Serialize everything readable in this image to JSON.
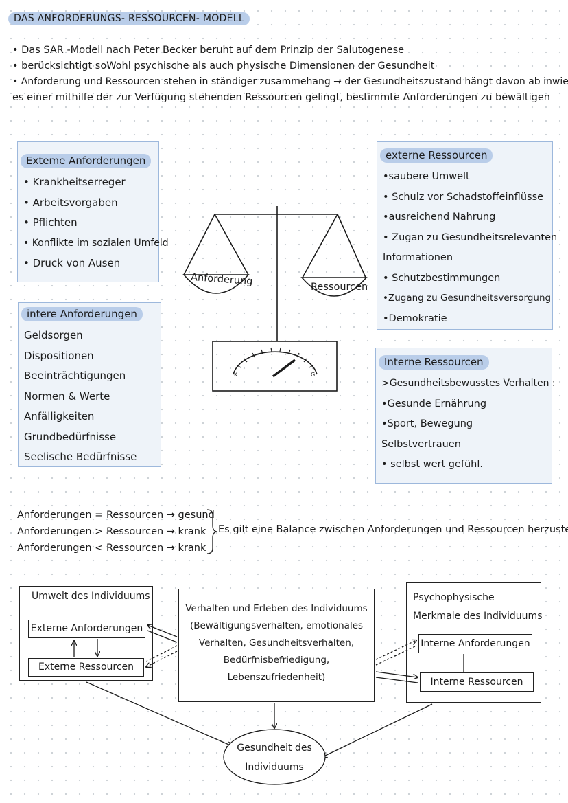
{
  "title": "DAS ANFORDERUNGS- RESSOURCEN- MODELL",
  "intro": [
    "• Das SAR -Modell nach Peter Becker beruht auf dem Prinzip der Salutogenese",
    "• berücksichtigt soWohl psychische als auch physische Dimensionen der Gesundheit",
    "• Anforderung und Ressourcen stehen in ständiger zusammehang → der Gesundheitszustand hängt davon ab inwieweit",
    "es einer mithilfe der zur Verfügung stehenden Ressourcen gelingt, bestimmte Anforderungen zu bewältigen"
  ],
  "external_demands": {
    "heading": "Exteme Anforderungen",
    "items": [
      "• Krankheitserreger",
      "• Arbeitsvorgaben",
      "• Pflichten",
      "• Konflikte im sozialen Umfeld",
      "• Druck von Ausen"
    ]
  },
  "internal_demands": {
    "heading": "intere Anforderungen",
    "items": [
      "Geldsorgen",
      "Dispositionen",
      "Beeinträchtigungen",
      "Normen & Werte",
      "Anfälligkeiten",
      "Grundbedürfnisse",
      "Seelische Bedürfnisse"
    ]
  },
  "external_resources": {
    "heading": "externe Ressourcen",
    "items": [
      "•saubere Umwelt",
      "• Schulz vor Schadstoffeinflüsse",
      "•ausreichend Nahrung",
      "• Zugan zu Gesundheitsrelevanten",
      "Informationen",
      "• Schutzbestimmungen",
      "•Zugang zu Gesundheitsversorgung",
      "•Demokratie"
    ]
  },
  "internal_resources": {
    "heading": "Interne Ressourcen",
    "items": [
      ">Gesundheitsbewusstes Verhalten :",
      "•Gesunde Ernährung",
      "•Sport, Bewegung",
      "Selbstvertrauen",
      "• selbst wert gefühl."
    ]
  },
  "scale": {
    "left_pan": "Anforderung",
    "right_pan": "Ressourcen",
    "gauge_left": "K",
    "gauge_right": "G"
  },
  "equations": [
    "Anforderungen = Ressourcen → gesund",
    "Anforderungen > Ressourcen → krank",
    "Anforderungen < Ressourcen → krank"
  ],
  "balance_note": "Es gilt eine Balance zwischen Anforderungen und Ressourcen herzustellen",
  "diagram": {
    "environment_title": "Umwelt des Individuums",
    "ext_demands": "Externe Anforderungen",
    "ext_resources": "Externe Ressourcen",
    "behavior_lines": [
      "Verhalten und Erleben des Individuums",
      "(Bewältigungsverhalten, emotionales",
      "Verhalten, Gesundheitsverhalten,",
      "Bedürfnisbefriedigung,",
      "Lebenszufriedenheit)"
    ],
    "psycho_title_1": "Psychophysische",
    "psycho_title_2": "Merkmale des Individuums",
    "int_demands": "Interne Anforderungen",
    "int_resources": "Interne Ressourcen",
    "health_1": "Gesundheit des",
    "health_2": "Individuums"
  }
}
